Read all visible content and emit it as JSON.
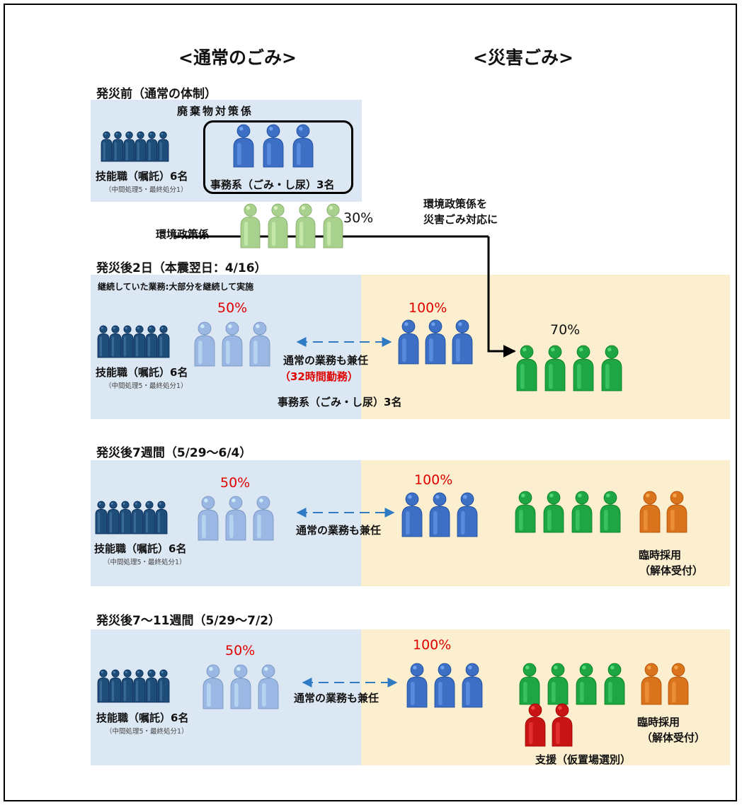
{
  "headers": {
    "normal": "<通常のごみ>",
    "disaster": "<災害ごみ>"
  },
  "stage0": {
    "title": "発災前（通常の体制）",
    "box_title": "廃棄物対策係",
    "tech_label": "技能職（嘱託）6名",
    "tech_sub": "（中間処理5・最終処分1）",
    "office_label": "事務系（ごみ・し尿）3名",
    "env_label": "環境政策係",
    "env_pct": "30%",
    "arrow_note_line1": "環境政策係を",
    "arrow_note_line2": "災害ごみ対応に"
  },
  "stage1": {
    "title": "発災後2日（本震翌日：4/16）",
    "note": "継続していた業務:大部分を継続して実施",
    "pct_left": "50%",
    "pct_office": "100%",
    "pct_env": "70%",
    "tech_label": "技能職（嘱託）6名",
    "tech_sub": "（中間処理5・最終処分1）",
    "concurrent": "通常の業務も兼任",
    "hours": "（32時間勤務）",
    "office_label": "事務系（ごみ・し尿）3名"
  },
  "stage2": {
    "title": "発災後7週間（5/29～6/4）",
    "pct_left": "50%",
    "pct_office": "100%",
    "tech_label": "技能職（嘱託）6名",
    "tech_sub": "（中間処理5・最終処分1）",
    "concurrent": "通常の業務も兼任",
    "temp_line1": "臨時採用",
    "temp_line2": "（解体受付）"
  },
  "stage3": {
    "title": "発災後7～11週間（5/29～7/2）",
    "pct_left": "50%",
    "pct_office": "100%",
    "tech_label": "技能職（嘱託）6名",
    "tech_sub": "（中間処理5・最終処分1）",
    "concurrent": "通常の業務も兼任",
    "temp_line1": "臨時採用",
    "temp_line2": "（解体受付）",
    "support_label": "支援（仮置場選別）"
  },
  "colors": {
    "panel_blue": "#dce7f4",
    "panel_yellow": "#fcefcf",
    "tech_navy": "#1e4d7a",
    "office_blue": "#3d6fc4",
    "office_light": "#9bb8e4",
    "env_light_green": "#a9d18e",
    "env_green": "#1fa644",
    "temp_orange": "#d9731c",
    "support_red": "#c81414",
    "arrow_blue": "#2e7bc4",
    "percent_red": "#e00000"
  }
}
